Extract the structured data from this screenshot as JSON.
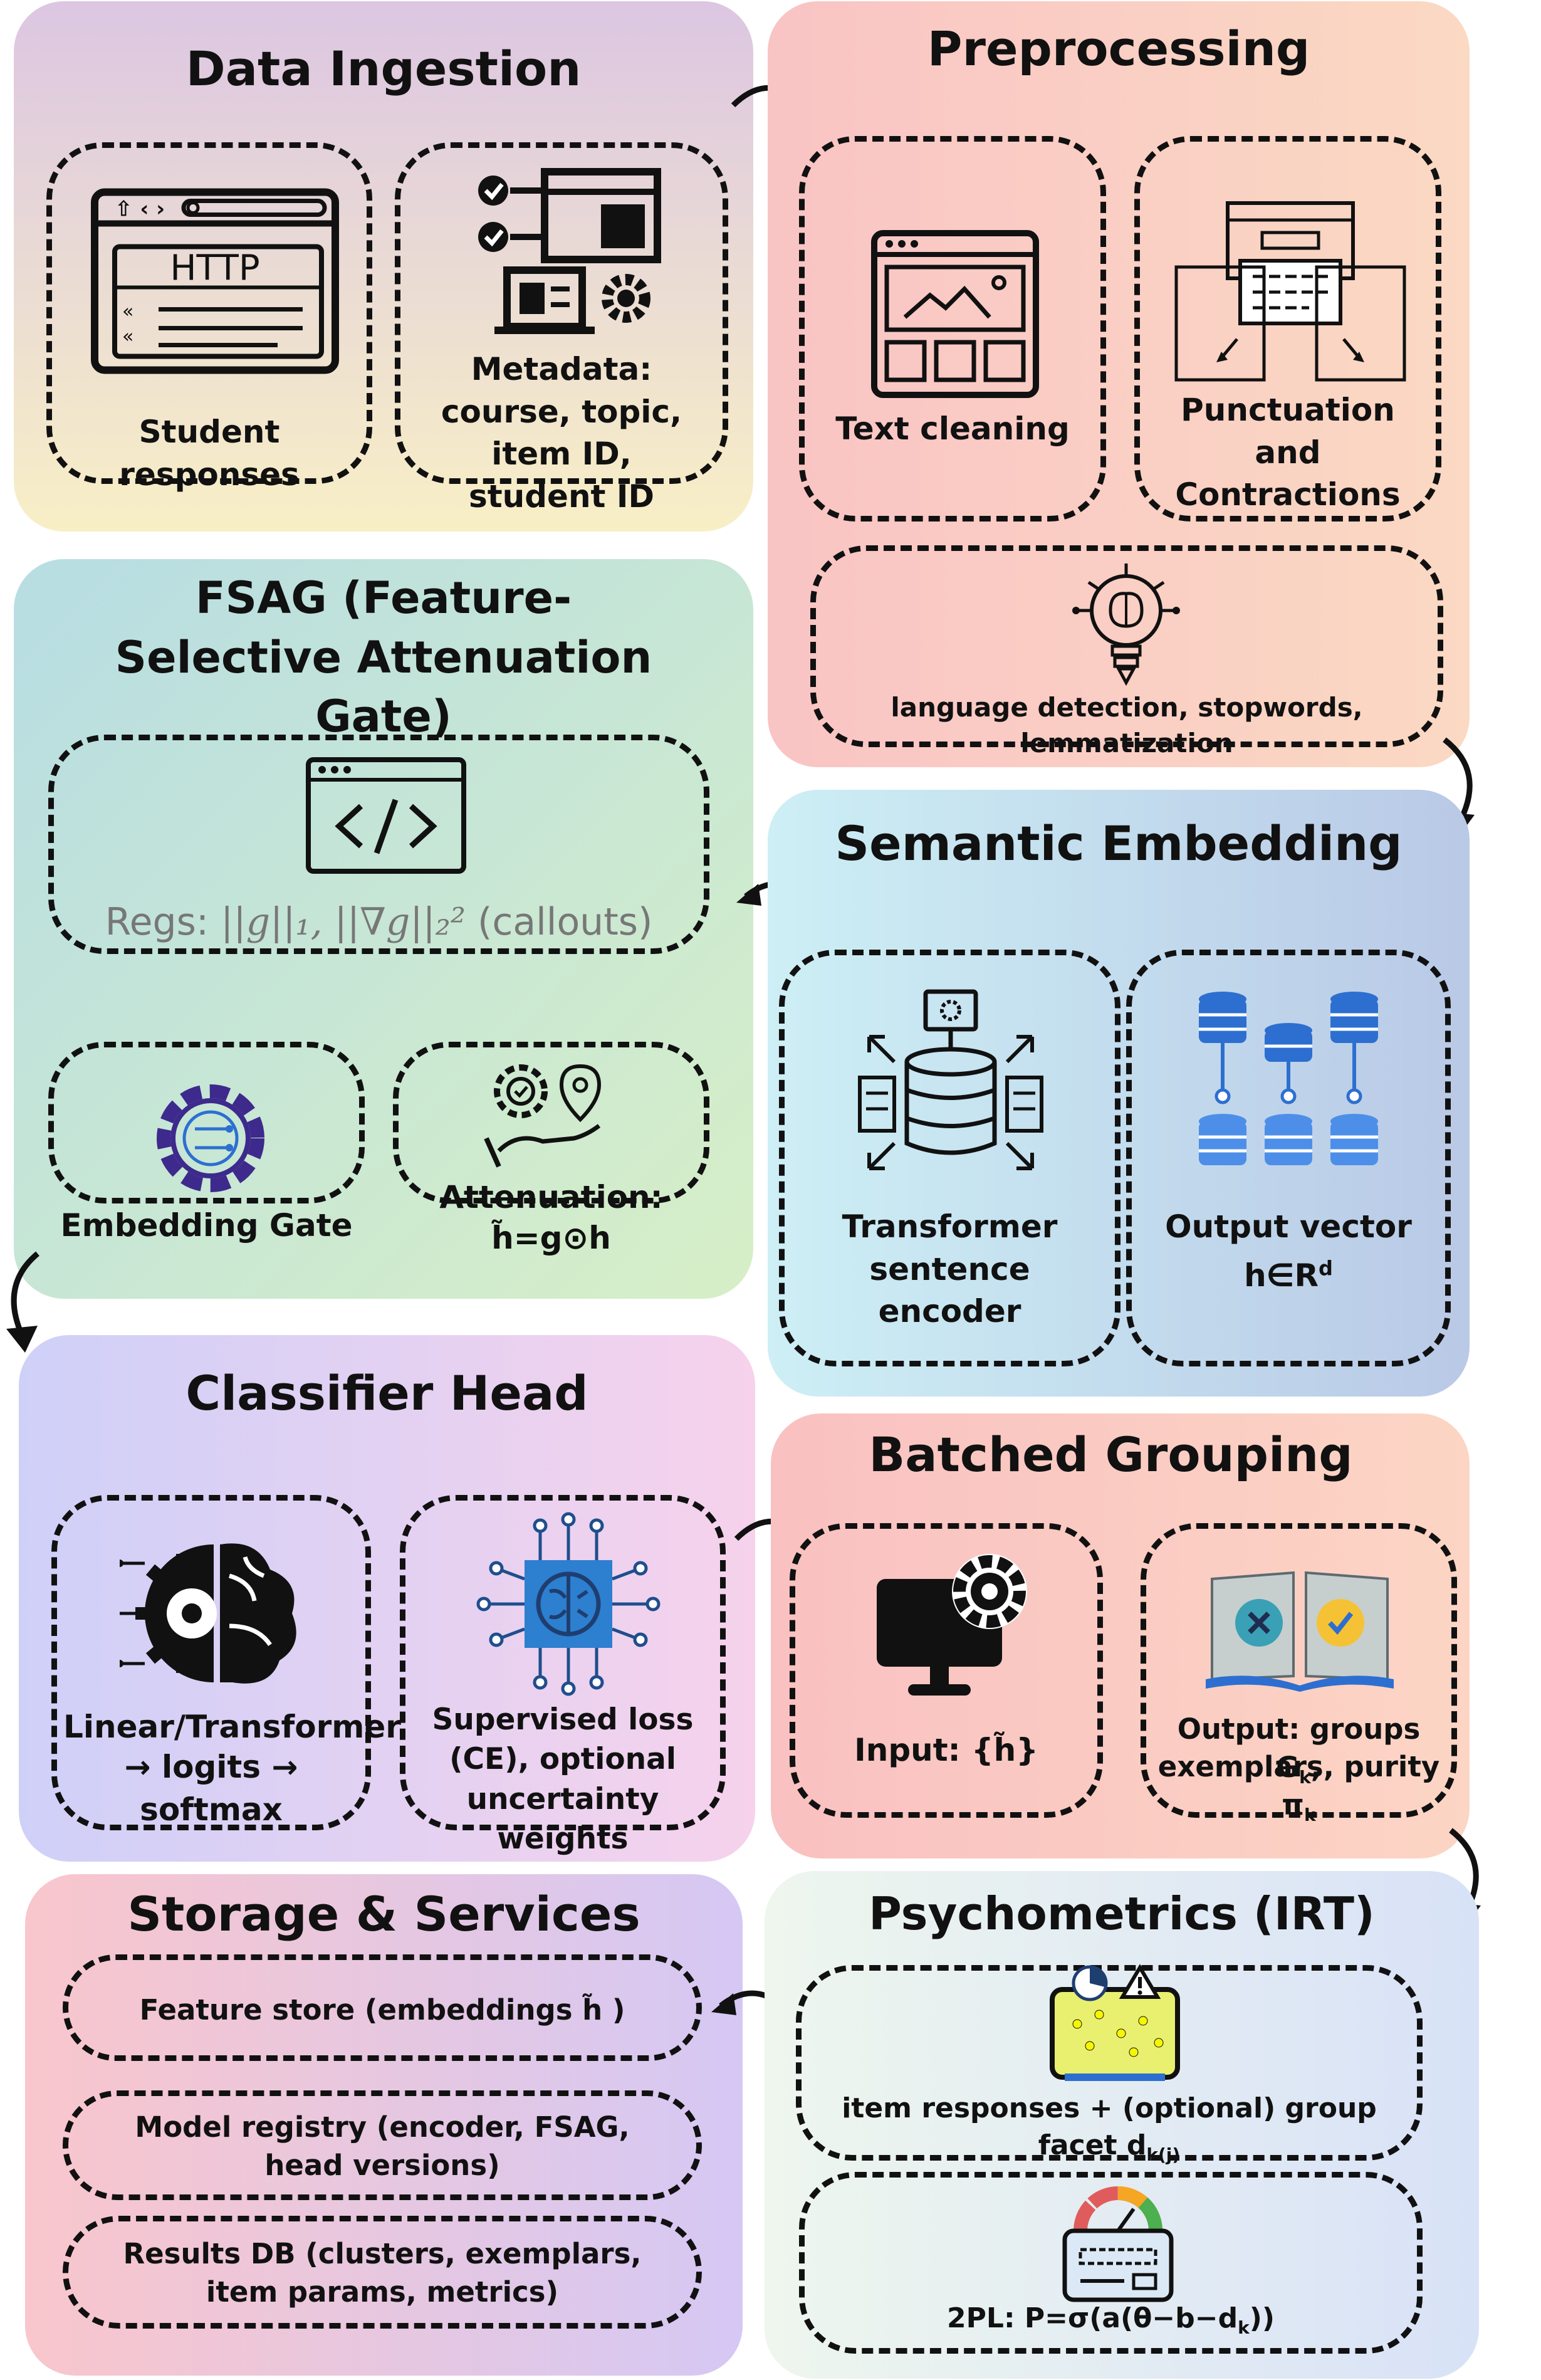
{
  "panels": {
    "ingestion": {
      "title": "Data Ingestion",
      "http_label": "HTTP",
      "box1": "Student responses",
      "box2": "Metadata: course, topic, item ID, student ID"
    },
    "preprocessing": {
      "title": "Preprocessing",
      "box1": "Text cleaning",
      "box2": "Punctuation and Contractions",
      "box3": "language detection, stopwords, lemmatization"
    },
    "fsag": {
      "title": "FSAG (Feature-Selective Attenuation Gate)",
      "regs_prefix": "Regs: ",
      "regs_math": "||g||₁, ||∇g||₂²",
      "regs_suffix": " (callouts)",
      "box1": "Embedding Gate",
      "box2_line1": "Attenuation:",
      "box2_line2": "h̃=g⊙h"
    },
    "embedding": {
      "title": "Semantic Embedding",
      "box1": "Transformer sentence encoder",
      "box2_line1": "Output vector",
      "box2_line2": "h∈R",
      "box2_sup": "d"
    },
    "classifier": {
      "title": "Classifier Head",
      "box1_line1": "Linear/Transformer",
      "box1_line2": "→ logits → softmax",
      "box2": "Supervised loss (CE), optional uncertainty weights"
    },
    "grouping": {
      "title": "Batched Grouping",
      "box1": "Input: {h̃}",
      "box2_line1_prefix": "Output: groups G",
      "box2_line1_sub": "k",
      "box2_line2_prefix": "exemplars, purity π",
      "box2_line2_sub": "k"
    },
    "storage": {
      "title": "Storage & Services",
      "box1": "Feature store (embeddings h̃ )",
      "box2": "Model registry (encoder, FSAG, head versions)",
      "box3": "Results DB (clusters, exemplars, item params, metrics)"
    },
    "irt": {
      "title": "Psychometrics (IRT)",
      "box1_prefix": "item responses + (optional) group facet d",
      "box1_sub": "k(j)",
      "box2_prefix": "2PL: P=σ(a(θ−b−d",
      "box2_sub": "k",
      "box2_suffix": "))"
    }
  },
  "colors": {
    "ingestion": [
      "#dcc6e2",
      "#f8efc6"
    ],
    "preprocessing": [
      "#f9c4c4",
      "#fbd9c3"
    ],
    "fsag": [
      "#b7dde3",
      "#d7efc7"
    ],
    "embedding": [
      "#cdeff5",
      "#b9c9e6"
    ],
    "classifier": [
      "#cfd0f8",
      "#f6d2ec"
    ],
    "grouping": [
      "#f9c1c1",
      "#fcd5c4"
    ],
    "storage": [
      "#f9c6cc",
      "#d5c8f4"
    ],
    "irt": [
      "#eef6ee",
      "#d8e2f7"
    ],
    "icon_blue": "#2d6fd0",
    "icon_light_blue": "#4d8fe8",
    "icon_purple": "#3d2a8c"
  }
}
